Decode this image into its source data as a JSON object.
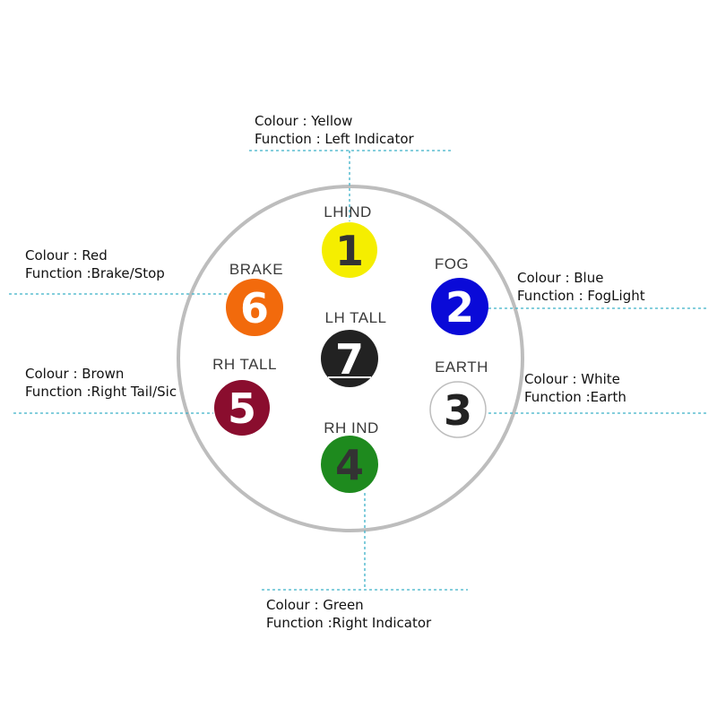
{
  "pins": [
    {
      "id": "1",
      "label": "LHIND",
      "color": "#f5ee00",
      "text_color": "#333333",
      "colour_text": "Colour : Yellow",
      "function_text": "Function : Left Indicator"
    },
    {
      "id": "2",
      "label": "FOG",
      "color": "#0a0ad8",
      "text_color": "#ffffff",
      "colour_text": "Colour : Blue",
      "function_text": "Function : FogLight"
    },
    {
      "id": "3",
      "label": "EARTH",
      "color": "#ffffff",
      "text_color": "#222222",
      "colour_text": "Colour : White",
      "function_text": "Function :Earth"
    },
    {
      "id": "4",
      "label": "RH IND",
      "color": "#1e8a1e",
      "text_color": "#333333",
      "colour_text": "Colour : Green",
      "function_text": "Function :Right Indicator"
    },
    {
      "id": "5",
      "label": "RH TALL",
      "color": "#8a0d2e",
      "text_color": "#ffffff",
      "colour_text": "Colour : Brown",
      "function_text": "Function :Right Tail/Sic"
    },
    {
      "id": "6",
      "label": "BRAKE",
      "color": "#f26a0c",
      "text_color": "#ffffff",
      "colour_text": "Colour : Red",
      "function_text": "Function :Brake/Stop"
    },
    {
      "id": "7",
      "label": "LH TALL",
      "color": "#222222",
      "text_color": "#ffffff",
      "colour_text": "",
      "function_text": ""
    }
  ]
}
